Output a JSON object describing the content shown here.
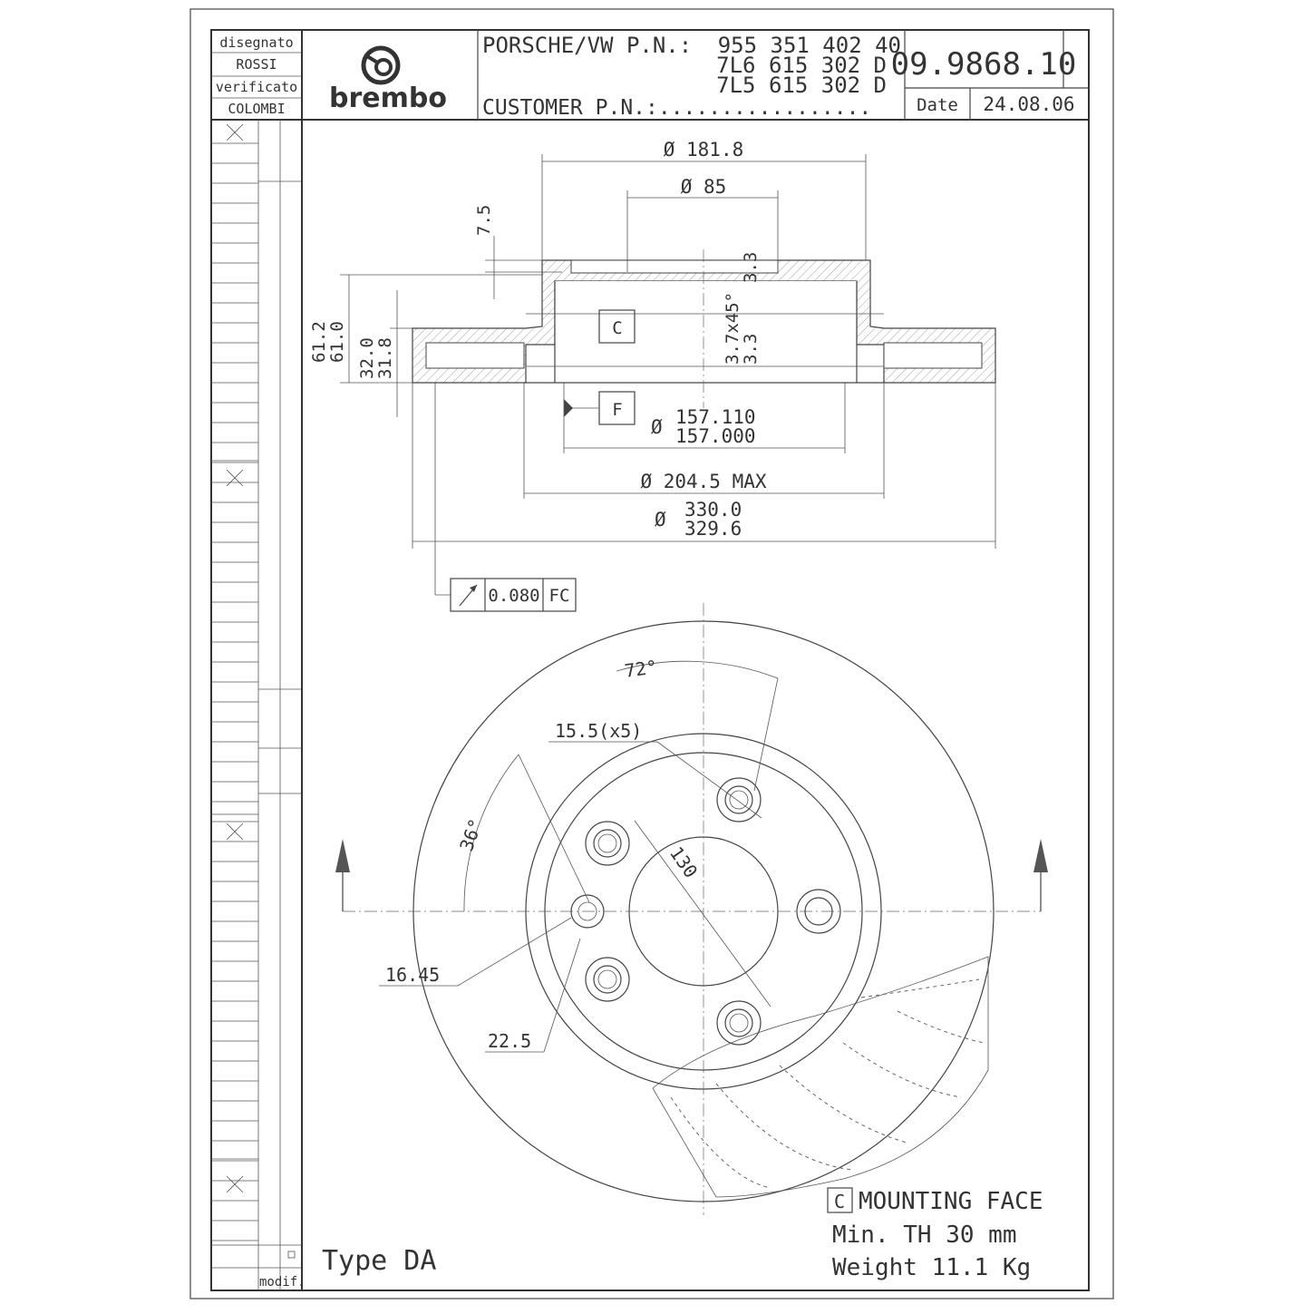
{
  "title_block": {
    "drawn_label": "disegnato",
    "drawn_by": "ROSSI",
    "checked_label": "verificato",
    "checked_by": "COLOMBI",
    "brand": "brembo",
    "oem_label": "PORSCHE/VW P.N.:",
    "oem_numbers": [
      "955 351 402 40",
      "7L6 615 302 D",
      "7L5 615 302 D"
    ],
    "customer_label": "CUSTOMER P.N.:.................",
    "part_number": "09.9868.10",
    "date_label": "Date",
    "date": "24.08.06",
    "modif_label": "modif."
  },
  "section_view": {
    "dims": {
      "d_181": "Ø 181.8",
      "d_85": "Ø 85",
      "h_7_5": "7.5",
      "h_61_2": "61.2",
      "h_61_0": "61.0",
      "h_32_0": "32.0",
      "h_31_8": "31.8",
      "chamfer_a": "3.7x45°",
      "chamfer_b": "3.3",
      "chamfer_c": "3.3",
      "d_157_a": "157.110",
      "d_157_b": "157.000",
      "d_204": "Ø 204.5 MAX",
      "d_330_a": "330.0",
      "d_330_b": "329.6",
      "diam_symbol": "Ø"
    },
    "datum_c": "C",
    "datum_f": "F",
    "tolerance_value": "0.080",
    "tolerance_ref": "FC"
  },
  "plan_view": {
    "angle_72": "72°",
    "angle_36": "36°",
    "hole_label": "15.5(x5)",
    "pcd": "130",
    "dim_16": "16.45",
    "dim_22": "22.5"
  },
  "notes": {
    "mounting_box": "C",
    "mounting_face": "MOUNTING FACE",
    "min_th": "Min.  TH  30  mm",
    "weight": "Weight  11.1 Kg",
    "type": "Type DA"
  }
}
